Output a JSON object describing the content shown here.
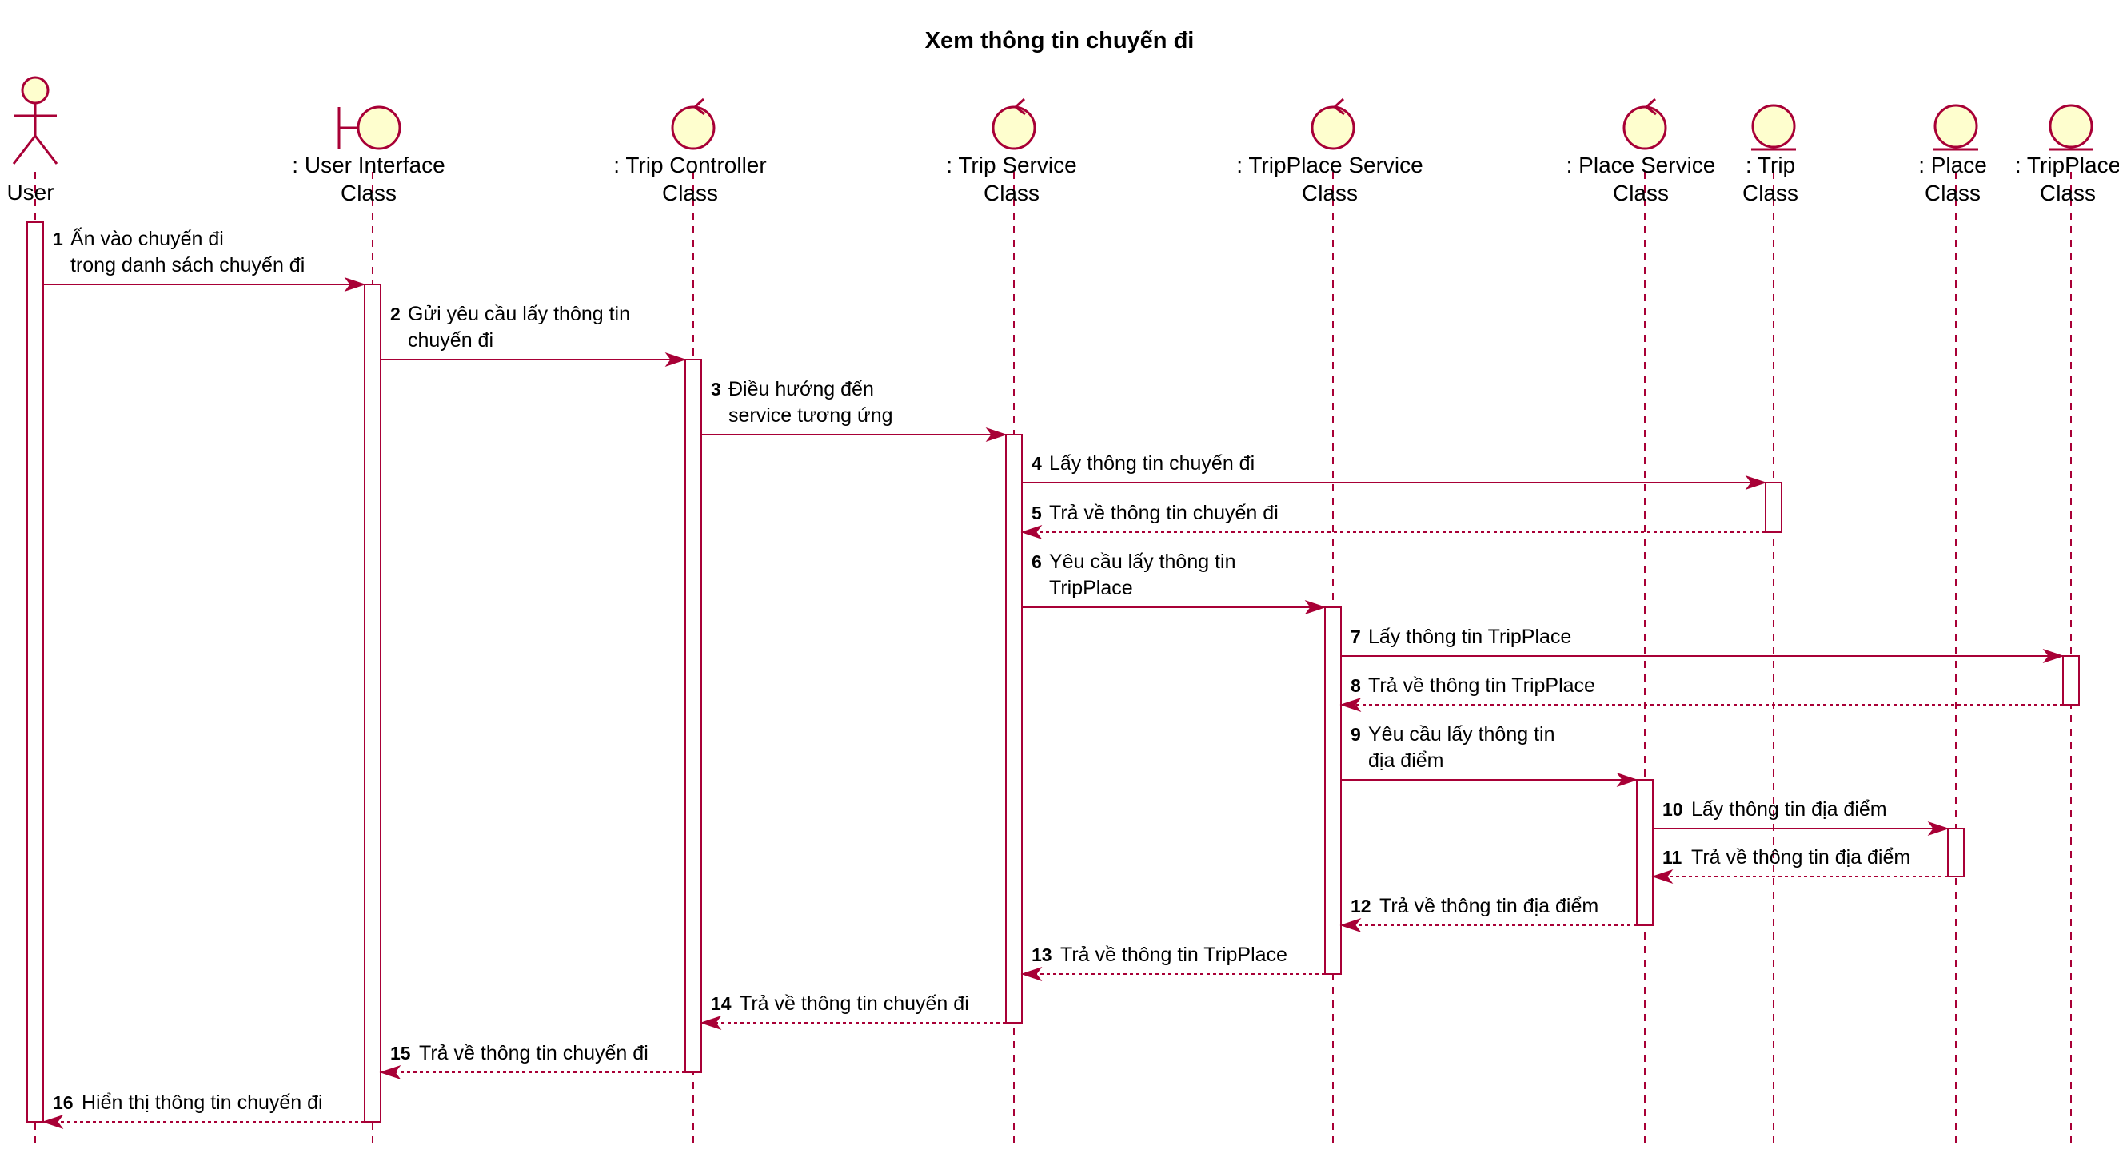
{
  "title": "Xem thông tin chuyến đi",
  "participants": [
    {
      "id": "user",
      "type": "actor",
      "lines": [
        "User"
      ]
    },
    {
      "id": "ui",
      "type": "boundary",
      "lines": [
        ": User Interface",
        "Class"
      ]
    },
    {
      "id": "tc",
      "type": "control",
      "lines": [
        ": Trip Controller",
        "Class"
      ]
    },
    {
      "id": "ts",
      "type": "control",
      "lines": [
        ": Trip Service",
        "Class"
      ]
    },
    {
      "id": "tps",
      "type": "control",
      "lines": [
        ": TripPlace Service",
        "Class"
      ]
    },
    {
      "id": "ps",
      "type": "control",
      "lines": [
        ": Place Service",
        "Class"
      ]
    },
    {
      "id": "trip",
      "type": "entity",
      "lines": [
        ": Trip",
        "Class"
      ]
    },
    {
      "id": "place",
      "type": "entity",
      "lines": [
        ": Place",
        "Class"
      ]
    },
    {
      "id": "tp",
      "type": "entity",
      "lines": [
        ": TripPlace",
        "Class"
      ]
    }
  ],
  "messages": [
    {
      "num": "1",
      "from": "user",
      "to": "ui",
      "kind": "call",
      "lines": [
        "Ấn vào chuyến đi",
        "trong danh sách chuyến đi"
      ]
    },
    {
      "num": "2",
      "from": "ui",
      "to": "tc",
      "kind": "call",
      "lines": [
        "Gửi yêu cầu lấy thông tin",
        "chuyến đi"
      ]
    },
    {
      "num": "3",
      "from": "tc",
      "to": "ts",
      "kind": "call",
      "lines": [
        "Điều hướng đến",
        "service tương ứng"
      ]
    },
    {
      "num": "4",
      "from": "ts",
      "to": "trip",
      "kind": "call",
      "lines": [
        "Lấy thông tin chuyến đi"
      ]
    },
    {
      "num": "5",
      "from": "trip",
      "to": "ts",
      "kind": "return",
      "lines": [
        "Trả về thông tin chuyến đi"
      ]
    },
    {
      "num": "6",
      "from": "ts",
      "to": "tps",
      "kind": "call",
      "lines": [
        "Yêu cầu lấy thông tin",
        "TripPlace"
      ]
    },
    {
      "num": "7",
      "from": "tps",
      "to": "tp",
      "kind": "call",
      "lines": [
        "Lấy thông tin TripPlace"
      ]
    },
    {
      "num": "8",
      "from": "tp",
      "to": "tps",
      "kind": "return",
      "lines": [
        "Trả về thông tin TripPlace"
      ]
    },
    {
      "num": "9",
      "from": "tps",
      "to": "ps",
      "kind": "call",
      "lines": [
        "Yêu cầu lấy thông tin",
        "địa điểm"
      ]
    },
    {
      "num": "10",
      "from": "ps",
      "to": "place",
      "kind": "call",
      "lines": [
        "Lấy thông tin địa điểm"
      ]
    },
    {
      "num": "11",
      "from": "place",
      "to": "ps",
      "kind": "return",
      "lines": [
        "Trả về thông tin địa điểm"
      ]
    },
    {
      "num": "12",
      "from": "ps",
      "to": "tps",
      "kind": "return",
      "lines": [
        "Trả về thông tin địa điểm"
      ]
    },
    {
      "num": "13",
      "from": "tps",
      "to": "ts",
      "kind": "return",
      "lines": [
        "Trả về thông tin TripPlace"
      ]
    },
    {
      "num": "14",
      "from": "ts",
      "to": "tc",
      "kind": "return",
      "lines": [
        "Trả về thông tin chuyến đi"
      ]
    },
    {
      "num": "15",
      "from": "tc",
      "to": "ui",
      "kind": "return",
      "lines": [
        "Trả về thông tin chuyến đi"
      ]
    },
    {
      "num": "16",
      "from": "ui",
      "to": "user",
      "kind": "return",
      "lines": [
        "Hiển thị thông tin chuyến đi"
      ]
    }
  ],
  "colors": {
    "line": "#A80036",
    "icon_fill": "#FEFECE",
    "background": "#FFFFFF"
  }
}
